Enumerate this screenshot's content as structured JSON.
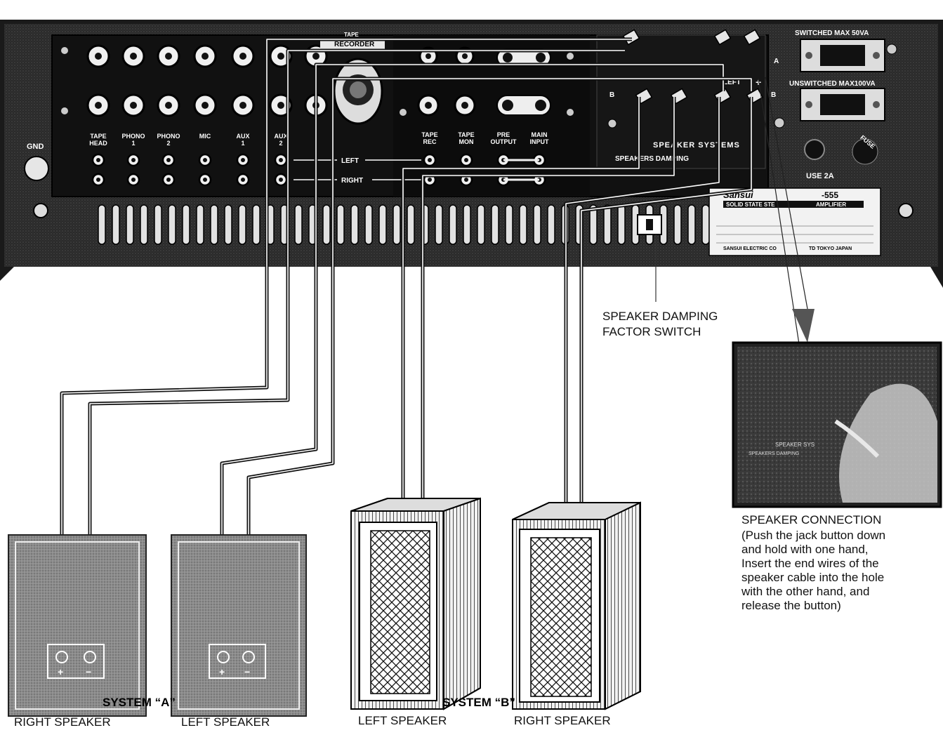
{
  "amplifier": {
    "brand": "Sansui",
    "model": "-555",
    "subtitle": "SOLID STATE STE",
    "subtitle_tail": "AMPLIFIER",
    "maker": "SANSUI ELECTRIC CO",
    "maker_tail": "TD TOKYO JAPAN",
    "gnd_label": "GND",
    "tape_recorder_top": "TAPE",
    "tape_recorder_label": "RECORDER",
    "switched_outlet": "SWITCHED MAX 50VA",
    "unswitched_outlet": "UNSWITCHED MAX100VA",
    "fuse_label": "USE 2A",
    "fuse_knob_label": "FUSE",
    "speaker_systems_label": "SPEAKER SYSTEMS",
    "speakers_damping_label": "SPEAKERS DAMPING",
    "left_label": "LEFT",
    "plus_label": "+",
    "a_label": "A",
    "b_label": "B",
    "row_left": "LEFT",
    "row_right": "RIGHT",
    "input_labels": [
      {
        "l1": "TAPE",
        "l2": "HEAD"
      },
      {
        "l1": "PHONO",
        "l2": "1"
      },
      {
        "l1": "PHONO",
        "l2": "2"
      },
      {
        "l1": "MIC",
        "l2": ""
      },
      {
        "l1": "AUX",
        "l2": "1"
      },
      {
        "l1": "AUX",
        "l2": "2"
      }
    ],
    "output_labels": [
      {
        "l1": "TAPE",
        "l2": "REC"
      },
      {
        "l1": "TAPE",
        "l2": "MON"
      },
      {
        "l1": "PRE",
        "l2": "OUTPUT"
      },
      {
        "l1": "MAIN",
        "l2": "INPUT"
      }
    ]
  },
  "callouts": {
    "damping_line1": "SPEAKER DAMPING",
    "damping_line2": "FACTOR SWITCH",
    "connection_title": "SPEAKER CONNECTION",
    "connection_lines": [
      "(Push the jack button down",
      "and hold with one hand,",
      "Insert the end wires of the",
      "speaker cable into the hole",
      "with the other hand, and",
      "release the button)"
    ]
  },
  "inset_photo": {
    "label_speaker": "SPEAKER SYS",
    "label_damping": "SPEAKERS DAMPING"
  },
  "system_a": {
    "label": "SYSTEM “A”",
    "right_speaker": "RIGHT SPEAKER",
    "left_speaker": "LEFT SPEAKER",
    "plus": "+",
    "minus": "−"
  },
  "system_b": {
    "label": "SYSTEM “B”",
    "left_speaker": "LEFT SPEAKER",
    "right_speaker": "RIGHT SPEAKER"
  },
  "colors": {
    "panel": "#2b2b2b",
    "panel_dark": "#141414",
    "label_plate": "#e9e9e9",
    "speaker_box": "#8a8a8a",
    "wire": "#111111"
  }
}
